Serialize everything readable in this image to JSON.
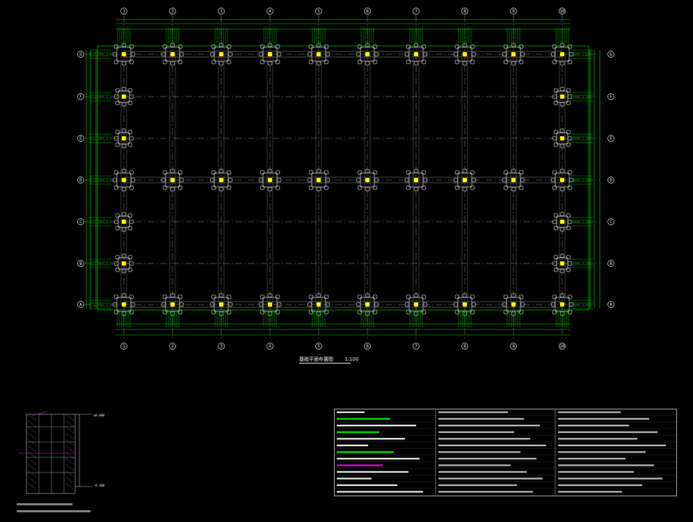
{
  "grid": {
    "columns": [
      "1",
      "2",
      "3",
      "4",
      "5",
      "6",
      "7",
      "8",
      "9",
      "10"
    ],
    "rows": [
      "G",
      "F",
      "E",
      "D",
      "C",
      "B",
      "A"
    ]
  },
  "plan_title": {
    "name": "基础平面布置图",
    "scale": "1:100"
  },
  "colors": {
    "background": "#000000",
    "grid_line": "#9a9a9a",
    "dimension": "#00ff00",
    "foundation": "#ffffff",
    "label": "#ffff00",
    "highlight": "#ff00ff",
    "axis_bubble": "#ffffff"
  },
  "section": {
    "elevation_marks": [
      "±0.000",
      "-0.300"
    ]
  }
}
